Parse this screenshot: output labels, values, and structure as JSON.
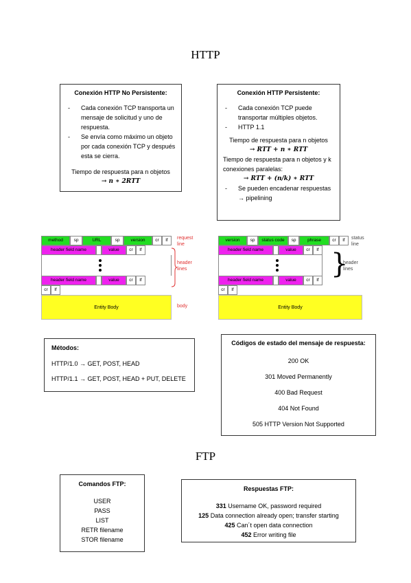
{
  "http_title": "HTTP",
  "ftp_title": "FTP",
  "non_persistent": {
    "title": "Conexión HTTP No Persistente:",
    "bullets": [
      "Cada conexión TCP transporta un mensaje de solicitud y uno de respuesta.",
      "Se envía como máximo un objeto por cada conexión TCP y después esta se cierra."
    ],
    "response_time_label": "Tiempo de respuesta para n objetos",
    "response_time_formula": "→ n ∗ 2RTT"
  },
  "persistent": {
    "title": "Conexión HTTP Persistente:",
    "bullets": [
      "Cada conexión TCP puede transportar múltiples objetos.",
      "HTTP 1.1"
    ],
    "response_time_label": "Tiempo de respuesta para n objetos",
    "response_time_formula": "→ RTT + n ∗ RTT",
    "response_time_k_label": "Tiempo de respuesta para n objetos y k conexiones paralelas:",
    "response_time_k_formula": "→ RTT + (n/k) ∗ RTT",
    "pipelining_bullet": "Se pueden encadenar respuestas → pipelining"
  },
  "request_diagram": {
    "method": "method",
    "sp": "sp",
    "url": "URL",
    "version": "version",
    "cr": "cr",
    "lf": "lf",
    "header_field_name": "header field name",
    "value": "value",
    "entity_body": "Entity Body",
    "request_line_label": "request line",
    "header_lines_label": "header lines",
    "body_label": "body",
    "colors": {
      "green": "#22dd22",
      "magenta": "#ee22ee",
      "yellow": "#ffff22",
      "red_label": "#e03030"
    }
  },
  "response_diagram": {
    "version": "version",
    "sp": "sp",
    "status_code": "status code",
    "phrase": "phrase",
    "cr": "cr",
    "lf": "lf",
    "header_field_name": "header field name",
    "value": "value",
    "entity_body": "Entity Body",
    "status_line_label": "status line",
    "header_lines_label": "header lines"
  },
  "methods": {
    "title": "Métodos:",
    "http10": "HTTP/1.0 → GET, POST, HEAD",
    "http11": "HTTP/1.1 → GET, POST, HEAD + PUT, DELETE"
  },
  "status_codes": {
    "title": "Códigos de estado del mensaje de respuesta:",
    "items": [
      "200 OK",
      "301 Moved Permanently",
      "400 Bad Request",
      "404 Not Found",
      "505 HTTP Version Not Supported"
    ]
  },
  "ftp_commands": {
    "title": "Comandos FTP:",
    "items": [
      "USER",
      "PASS",
      "LIST",
      "RETR filename",
      "STOR filename"
    ]
  },
  "ftp_responses": {
    "title": "Respuestas FTP:",
    "items": [
      {
        "code": "331",
        "text": " Username OK, password required"
      },
      {
        "code": "125",
        "text": " Data connection already open; transfer starting"
      },
      {
        "code": "425",
        "text": " Can´t open data connection"
      },
      {
        "code": "452",
        "text": " Error writing file"
      }
    ]
  }
}
